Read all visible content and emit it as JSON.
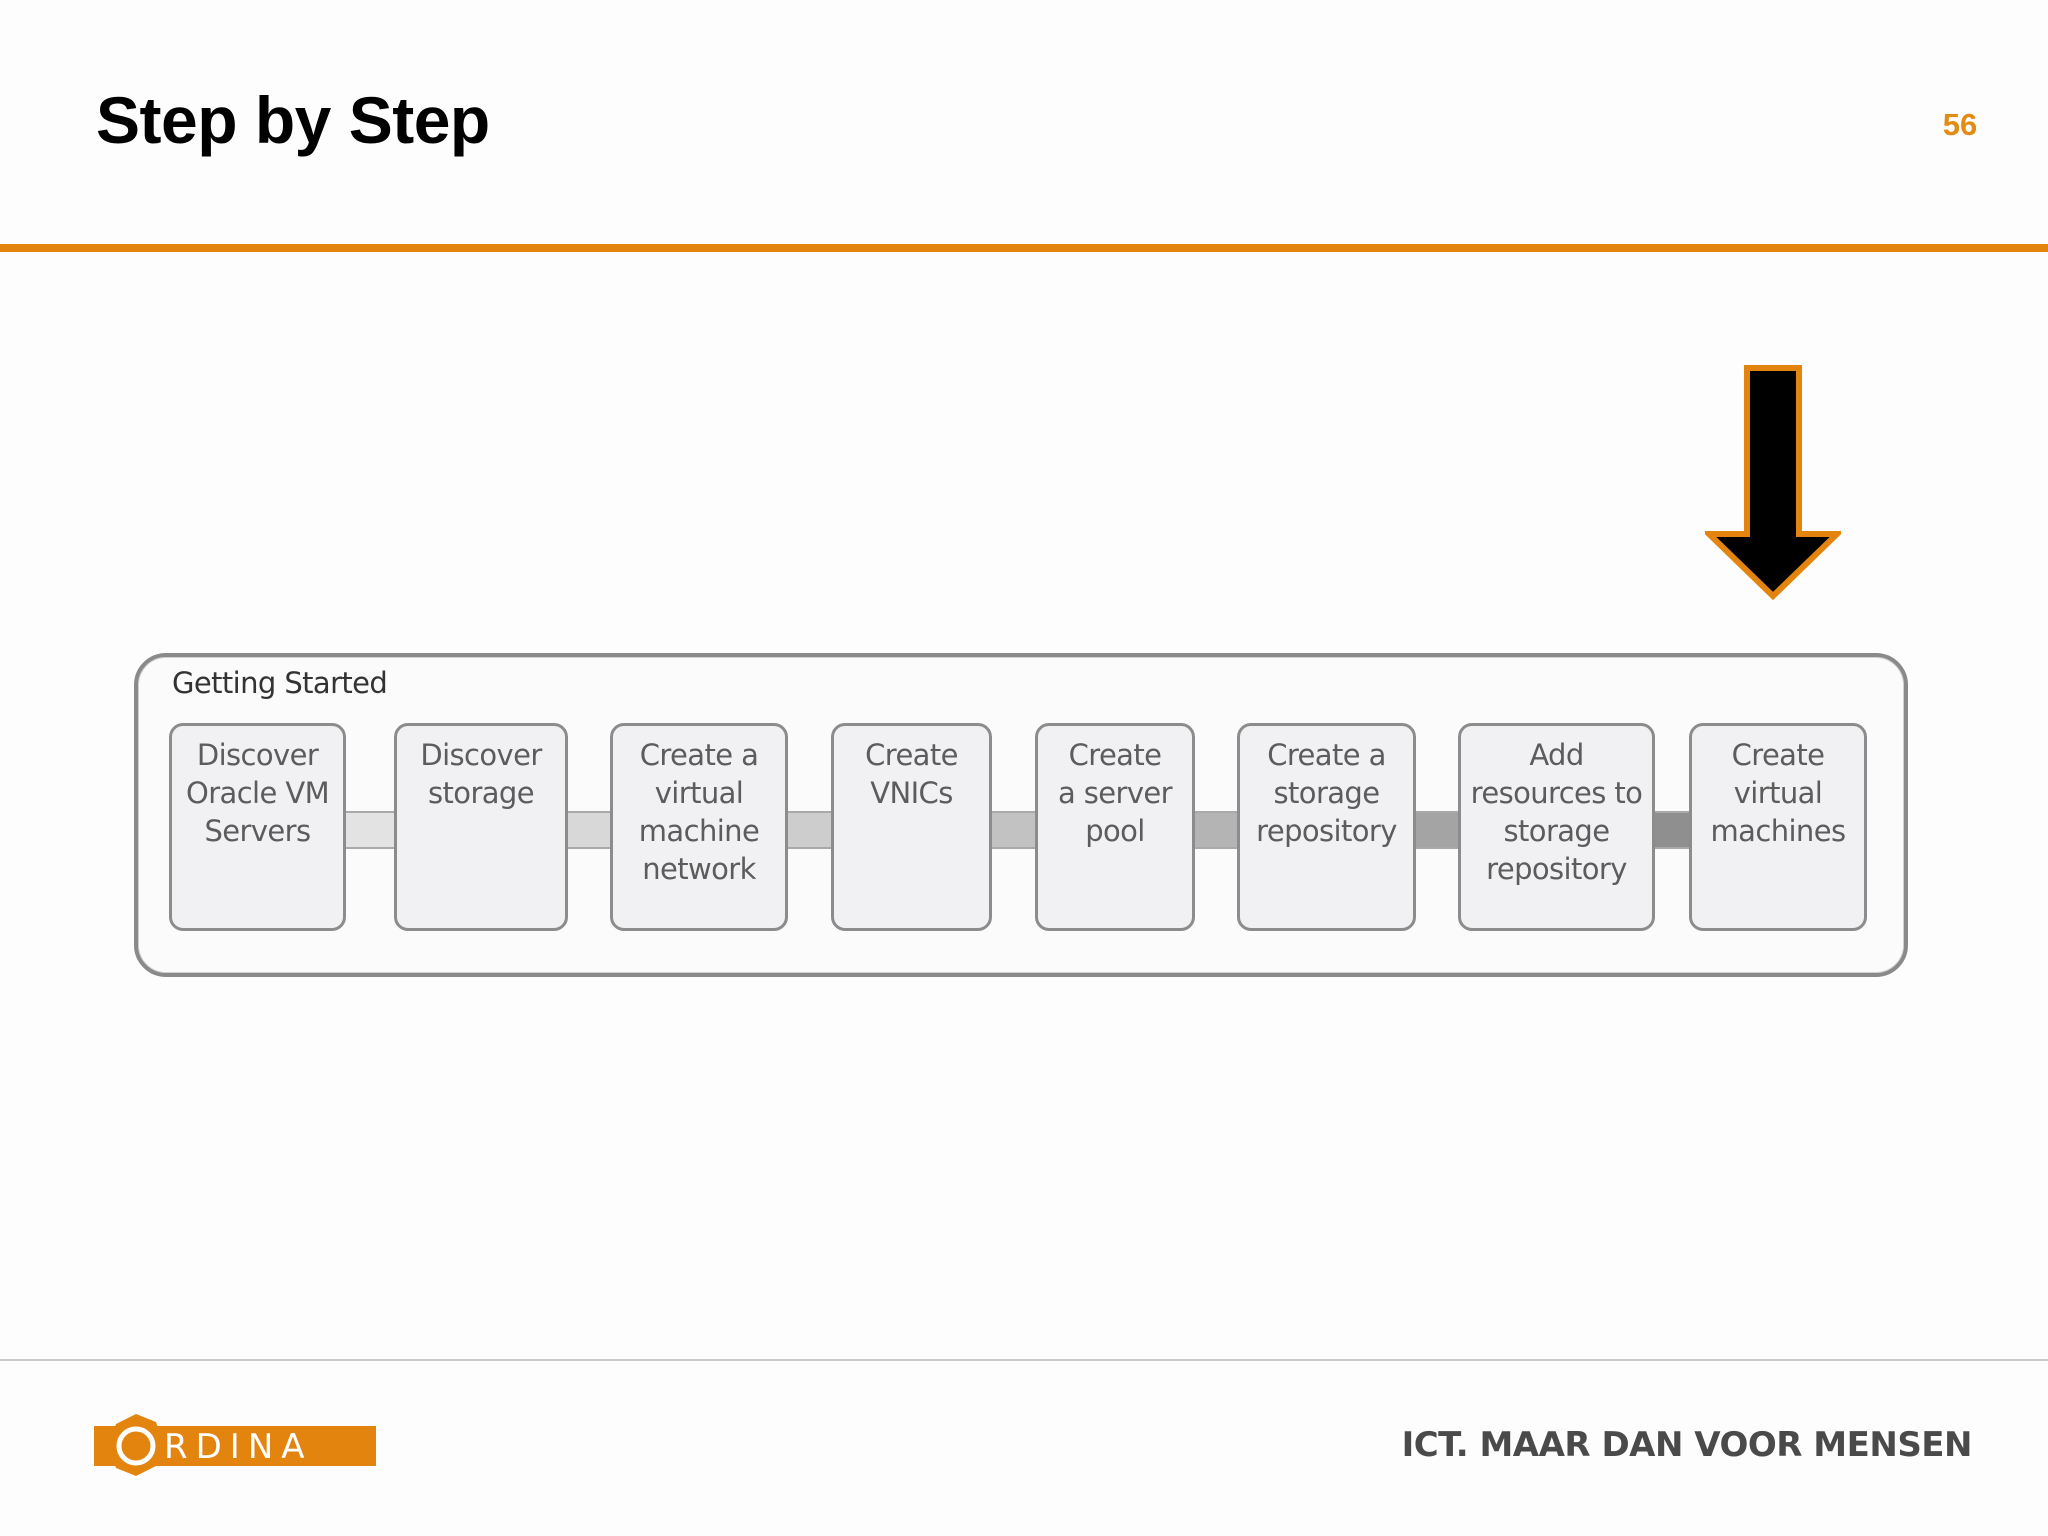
{
  "slide": {
    "title": "Step by Step",
    "page_number": "56"
  },
  "diagram": {
    "group_title": "Getting Started",
    "steps": [
      {
        "label": "Discover Oracle VM Servers"
      },
      {
        "label": "Discover storage"
      },
      {
        "label": "Create a virtual machine network"
      },
      {
        "label": "Create VNICs"
      },
      {
        "label": "Create a server pool"
      },
      {
        "label": "Create a storage repository"
      },
      {
        "label": "Add resources to storage repository"
      },
      {
        "label": "Create virtual machines"
      }
    ],
    "highlighted_step": 8,
    "arrow_icon": "down-arrow-icon"
  },
  "footer": {
    "logo_text": "ORDINA",
    "tagline": "ICT. MAAR DAN VOOR MENSEN"
  },
  "colors": {
    "accent": "#e3840f",
    "arrow_fill": "#000000",
    "tagline": "#4a4a4a"
  }
}
